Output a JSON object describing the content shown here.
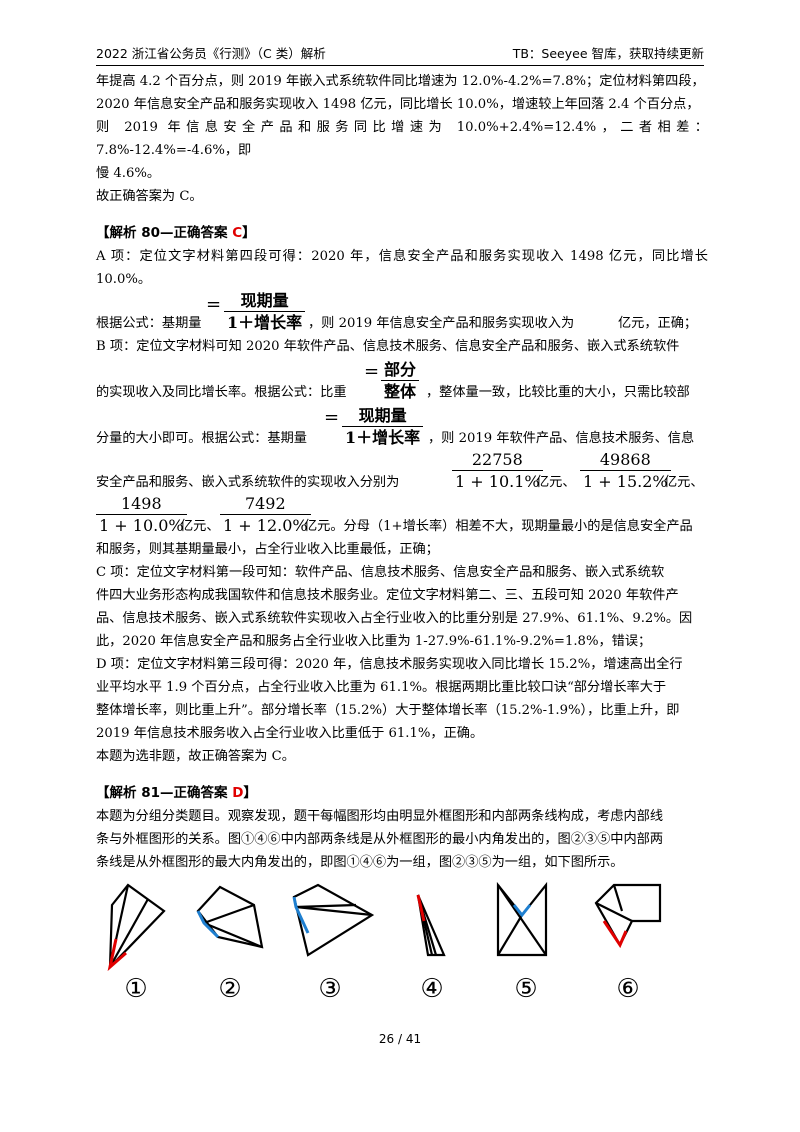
{
  "header": {
    "left": "2022 浙江省公务员《行测》（C 类）解析",
    "right": "TB：Seeyee 智库，获取持续更新"
  },
  "intro": [
    "年提高 4.2 个百分点，则 2019 年嵌入式系统软件同比增速为 12.0%-4.2%=7.8%；定位材料第四段，",
    "2020 年信息安全产品和服务实现收入 1498 亿元，同比增长 10.0%，增速较上年回落 2.4 个百分点，",
    "则 2019 年信息安全产品和服务同比增速为 10.0%+2.4%=12.4%，二者相差：7.8%-12.4%=-4.6%，即",
    "慢 4.6%。",
    "故正确答案为 C。"
  ],
  "s80": {
    "title_prefix": "【解析 80—正确答案 ",
    "answer": "C",
    "title_suffix": "】",
    "a1": "A 项：定位文字材料第四段可得：2020 年，信息安全产品和服务实现收入 1498 亿元，同比增长 10.0%。",
    "a2_pre": "根据公式：基期量",
    "a2_mid": "，则 2019 年信息安全产品和服务实现收入为",
    "a2_post": "亿元，正确；",
    "f_num": "现期量",
    "f_den": "1＋增长率",
    "b1": "B 项：定位文字材料可知 2020 年软件产品、信息技术服务、信息安全产品和服务、嵌入式系统软件",
    "b2_pre": "的实现收入及同比增长率。根据公式：比重",
    "b2_post": "，整体量一致，比较比重的大小，只需比较部",
    "r_num": "部分",
    "r_den": "整体",
    "b3_pre": "分量的大小即可。根据公式：基期量",
    "b3_post": "，则 2019 年软件产品、信息技术服务、信息",
    "b4_pre": "安全产品和服务、嵌入式系统软件的实现收入分别为",
    "yi": "亿元、",
    "v1_num": "22758",
    "v1_den": "1 + 10.1%",
    "v2_num": "49868",
    "v2_den": "1 + 15.2%",
    "v3_num": "1498",
    "v3_den": "1 + 10.0%",
    "v4_num": "7492",
    "v4_den": "1 + 12.0%",
    "b5_post": "亿元。分母（1+增长率）相差不大，现期量最小的是信息安全产品",
    "b6": "和服务，则其基期量最小，占全行业收入比重最低，正确；",
    "c1": "C 项：定位文字材料第一段可知：软件产品、信息技术服务、信息安全产品和服务、嵌入式系统软",
    "c2": "件四大业务形态构成我国软件和信息技术服务业。定位文字材料第二、三、五段可知 2020 年软件产",
    "c3": "品、信息技术服务、嵌入式系统软件实现收入占全行业收入的比重分别是 27.9%、61.1%、9.2%。因",
    "c4": "此，2020 年信息安全产品和服务占全行业收入比重为 1-27.9%-61.1%-9.2%=1.8%，错误；",
    "d1": "D 项：定位文字材料第三段可得：2020 年，信息技术服务实现收入同比增长 15.2%，增速高出全行",
    "d2": "业平均水平 1.9 个百分点，占全行业收入比重为 61.1%。根据两期比重比较口诀“部分增长率大于",
    "d3": "整体增长率，则比重上升”。部分增长率（15.2%）大于整体增长率（15.2%-1.9%），比重上升，即",
    "d4": "2019 年信息技术服务收入占全行业收入比重低于 61.1%，正确。",
    "concl": "本题为选非题，故正确答案为 C。"
  },
  "s81": {
    "title_prefix": "【解析 81—正确答案 ",
    "answer": "D",
    "title_suffix": "】",
    "l1": "本题为分组分类题目。观察发现，题干每幅图形均由明显外框图形和内部两条线构成，考虑内部线",
    "l2": "条与外框图形的关系。图①④⑥中内部两条线是从外框图形的最小内角发出的，图②③⑤中内部两",
    "l3": "条线是从外框图形的最大内角发出的，即图①④⑥为一组，图②③⑤为一组，如下图所示。"
  },
  "figures": {
    "labels": [
      "①",
      "②",
      "③",
      "④",
      "⑤",
      "⑥"
    ],
    "colors": {
      "small_angle": "#e00000",
      "large_angle": "#1e7fd0"
    }
  },
  "footer": {
    "page": "26 / 41"
  }
}
